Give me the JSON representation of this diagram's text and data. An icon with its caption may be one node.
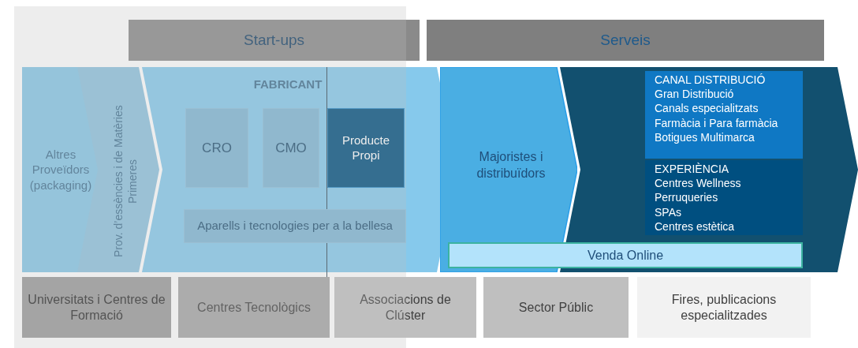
{
  "diagram": {
    "nodes": [
      {
        "text": [
          "Start-ups"
        ]
      },
      {
        "text": [
          "Serveis"
        ]
      },
      {
        "text": [
          "Altres Proveïdors (packaging)"
        ]
      },
      {
        "text": [
          "Prov. d’essències i de Matèries Primeres"
        ]
      },
      {
        "text": [
          "FABRICANT"
        ]
      },
      {
        "text": [
          "CRO"
        ],
        "in": 4
      },
      {
        "text": [
          "CMO"
        ],
        "in": 4
      },
      {
        "text": [
          "Producte Propi"
        ],
        "in": 4
      },
      {
        "text": [
          "Aparells i tecnologies per a la bellesa"
        ],
        "in": 4
      },
      {
        "text": [
          "Majoristes i distribuïdors"
        ]
      },
      {
        "text": [],
        "shape": "chevron"
      },
      {
        "text": [
          "CANAL DISTRIBUCIÓ",
          "Gran Distribució",
          "Canals especialitzats",
          "Farmàcia i Para farmàcia",
          "Botigues Multimarca"
        ],
        "in": 10
      },
      {
        "text": [
          "EXPERIÈNCIA",
          "Centres Wellness",
          "Perruqueries",
          "SPAs",
          "Centres estètica"
        ],
        "in": 10
      },
      {
        "text": [
          "Venda Online"
        ]
      },
      {
        "text": [
          "Universitats i Centres de Formació"
        ]
      },
      {
        "text": [
          "Centres Tecnològics"
        ]
      },
      {
        "text": [
          "Associacions de Clúster"
        ]
      },
      {
        "text": [
          "Sector Públic"
        ]
      },
      {
        "text": [
          "Fires, publicacions especialitzades"
        ]
      }
    ],
    "edges": []
  }
}
